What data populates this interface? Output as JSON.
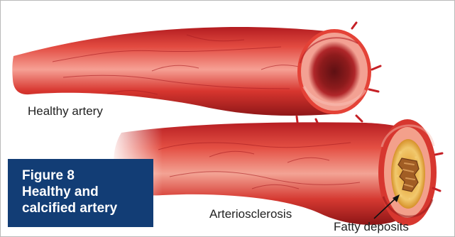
{
  "labels": {
    "healthy_artery": "Healthy artery",
    "arteriosclerosis": "Arteriosclerosis",
    "fatty_deposits": "Fatty deposits"
  },
  "figure_caption": {
    "number": "Figure 8",
    "title_line1": "Healthy and",
    "title_line2": "calcified artery"
  },
  "colors": {
    "caption_background": "#123d75",
    "vessel_red": "#d63a32",
    "vessel_dark": "#8f1718",
    "inner_wall": "#f09a89",
    "fatty_plaque": "#e8ad45"
  }
}
